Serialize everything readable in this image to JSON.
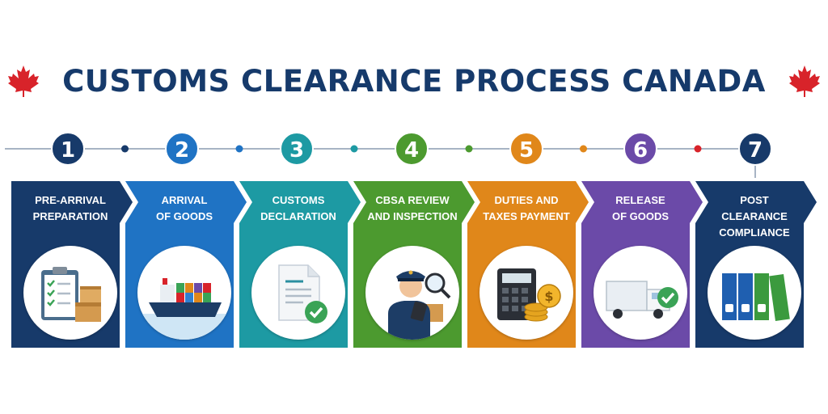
{
  "title": "CUSTOMS CLEARANCE PROCESS CANADA",
  "colors": {
    "title": "#163a6b",
    "leaf": "#d8232a"
  },
  "steps": [
    {
      "number": "1",
      "line1": "PRE-ARRIVAL",
      "line2": "PREPARATION",
      "color": "#173a6a",
      "icon": "clipboard-boxes-icon"
    },
    {
      "number": "2",
      "line1": "ARRIVAL",
      "line2": "OF GOODS",
      "color": "#1f73c4",
      "icon": "cargo-ship-icon"
    },
    {
      "number": "3",
      "line1": "CUSTOMS",
      "line2": "DECLARATION",
      "color": "#1d9aa3",
      "icon": "document-check-icon"
    },
    {
      "number": "4",
      "line1": "CBSA REVIEW",
      "line2": "AND INSPECTION",
      "color": "#4c9a2f",
      "icon": "officer-inspection-icon"
    },
    {
      "number": "5",
      "line1": "DUTIES AND",
      "line2": "TAXES PAYMENT",
      "color": "#e0871a",
      "icon": "calculator-coins-icon"
    },
    {
      "number": "6",
      "line1": "RELEASE",
      "line2": "OF GOODS",
      "color": "#6b4aa8",
      "icon": "truck-check-icon"
    },
    {
      "number": "7",
      "line1": "POST CLEARANCE",
      "line2": "COMPLIANCE",
      "color": "#173a6a",
      "icon": "binders-icon"
    }
  ],
  "connector_dot_colors": [
    "#173a6a",
    "#1f73c4",
    "#1d9aa3",
    "#4c9a2f",
    "#e0871a",
    "#d8232a",
    "#173a6a"
  ]
}
